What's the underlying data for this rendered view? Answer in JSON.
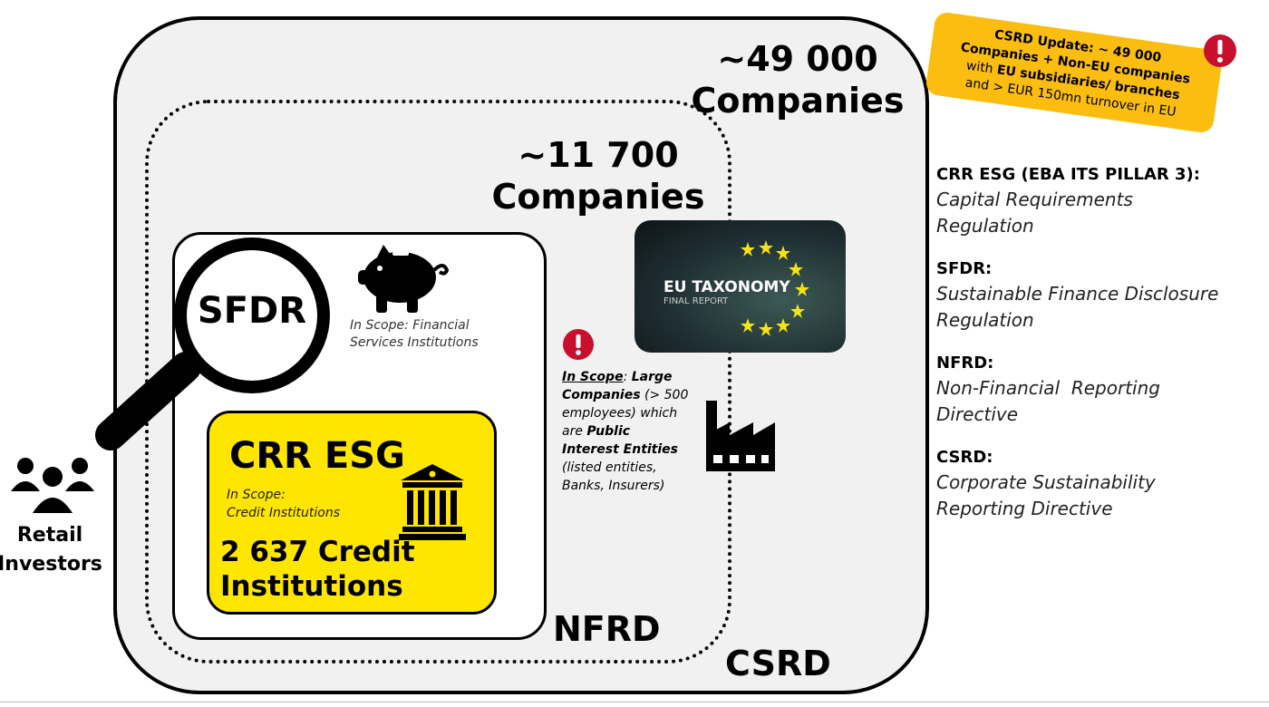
{
  "counts": {
    "large": "~49 000",
    "large_unit": "Companies",
    "medium": "~11 700",
    "medium_unit": "Companies"
  },
  "boxes": {
    "csrd_label": "CSRD",
    "nfrd_label": "NFRD",
    "sfdr_label": "SFDR",
    "sfdr_scope_line1": "In Scope: Financial",
    "sfdr_scope_line2": "Services Institutions",
    "crr_title": "CRR ESG",
    "crr_scope_line1": "In Scope:",
    "crr_scope_line2": "Credit Institutions",
    "crr_count_line1": "2 637 Credit",
    "crr_count_line2": "Institutions"
  },
  "nfrd_scope": {
    "in_scope": "In Scope",
    "colon": ":",
    "large": "Large",
    "companies": "Companies",
    "employees_paren": "(> 500",
    "employees": "employees) which",
    "are": "are",
    "public": "Public",
    "interest": "Interest Entities",
    "listed": "(listed entities,",
    "banks": "Banks, Insurers)"
  },
  "update_note": {
    "line1_bold": "CSRD Update",
    "line1_rest": ": ~ 49 000",
    "line2": "Companies + Non-EU companies",
    "line3_pre": "with",
    "line3_bold": "EU subsidiaries/ branches",
    "line4": "and > EUR 150mn turnover in EU"
  },
  "taxonomy": {
    "title": "EU TAXONOMY",
    "subtitle": "FINAL REPORT"
  },
  "retail": {
    "line1": "Retail",
    "line2": "Investors"
  },
  "legend": [
    {
      "head": "CRR ESG (EBA ITS PILLAR 3):",
      "desc1": "Capital Requirements",
      "desc2": "Regulation"
    },
    {
      "head": "SFDR:",
      "desc1": "Sustainable Finance Disclosure",
      "desc2": "Regulation"
    },
    {
      "head": "NFRD:",
      "desc1": "Non-Financial  Reporting",
      "desc2": "Directive"
    },
    {
      "head": "CSRD:",
      "desc1": "Corporate Sustainability",
      "desc2": "Reporting Directive"
    }
  ],
  "colors": {
    "crr_yellow": "#ffe600",
    "note_orange": "#fbbd10",
    "alert_red": "#c8102e",
    "csrd_bg": "#f1f1f1"
  },
  "icons": [
    "piggy-bank-icon",
    "bank-building-icon",
    "factory-icon",
    "magnifier-icon",
    "people-icon",
    "alert-icon",
    "eu-stars-icon"
  ]
}
